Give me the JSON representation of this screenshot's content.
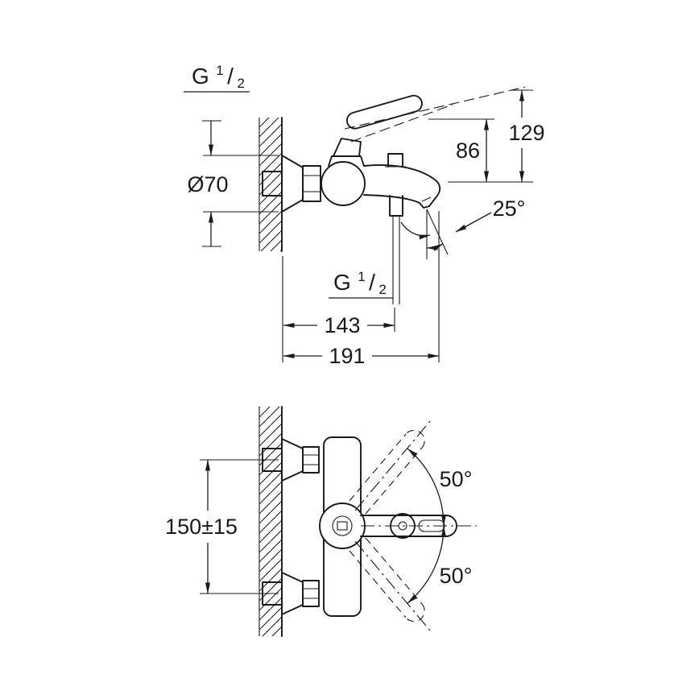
{
  "colors": {
    "line": "#1a1a1a",
    "background": "#ffffff"
  },
  "dims": {
    "top_view": {
      "wall_thread": {
        "prefix": "G",
        "numerator": "1",
        "separator": "/",
        "denominator": "2"
      },
      "escutcheon_diameter": "Ø70",
      "spout_height": "86",
      "lever_height": "129",
      "outlet_angle": "25°",
      "shower_thread": {
        "prefix": "G",
        "numerator": "1",
        "separator": "/",
        "denominator": "2"
      },
      "shower_outlet_offset": "143",
      "spout_reach": "191"
    },
    "front_view": {
      "connection_spacing": "150±15",
      "swivel_angle_up": "50°",
      "swivel_angle_down": "50°"
    }
  }
}
